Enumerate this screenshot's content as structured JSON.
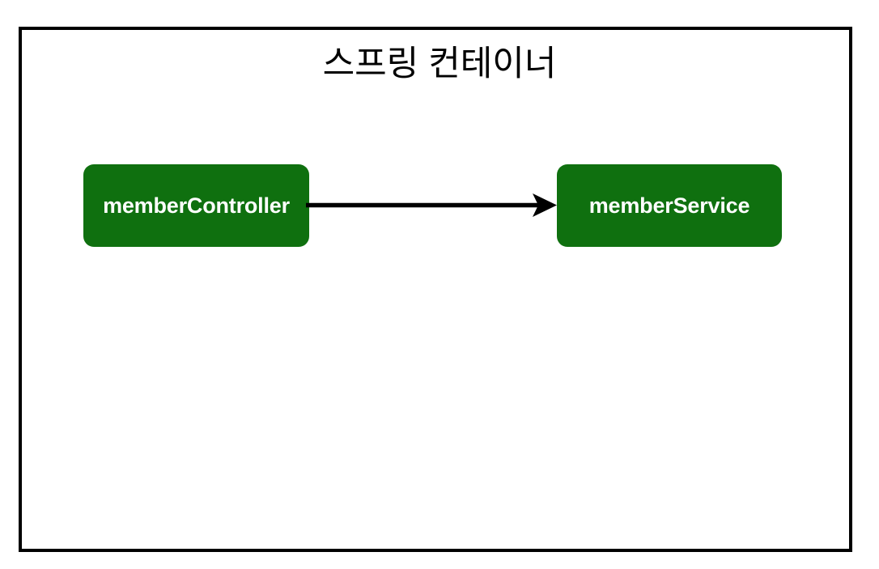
{
  "diagram": {
    "type": "block-diagram",
    "title": "스프링 컨테이너",
    "background_color": "#ffffff",
    "frame": {
      "name": "spring-container-frame",
      "border_color": "#000000",
      "border_width": 4
    },
    "nodes": [
      {
        "id": "memberController",
        "label": "memberController",
        "fill_color": "#0F700F",
        "text_color": "#ffffff",
        "shape": "rounded-rectangle"
      },
      {
        "id": "memberService",
        "label": "memberService",
        "fill_color": "#0F700F",
        "text_color": "#ffffff",
        "shape": "rounded-rectangle"
      }
    ],
    "edges": [
      {
        "id": "controller-to-service",
        "from": "memberController",
        "to": "memberService",
        "label": "",
        "color": "#000000",
        "style": "solid",
        "arrowhead": "filled-triangle",
        "direction": "right"
      }
    ]
  }
}
